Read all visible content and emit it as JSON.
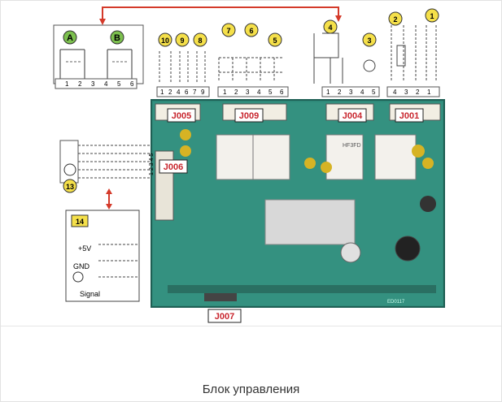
{
  "caption": "Блок управления",
  "diagram": {
    "groups_left": [
      {
        "label": "A",
        "color": "#7cc04e"
      },
      {
        "label": "B",
        "color": "#7cc04e"
      }
    ],
    "callouts": [
      "1",
      "2",
      "3",
      "4",
      "5",
      "6",
      "7",
      "8",
      "9",
      "10",
      "13",
      "14"
    ],
    "pin_rows": {
      "left": [
        "1",
        "2",
        "3",
        "4",
        "5",
        "6"
      ],
      "mid_left": [
        "1",
        "2",
        "4",
        "6",
        "7",
        "9"
      ],
      "mid": [
        "1",
        "2",
        "3",
        "4",
        "5",
        "6"
      ],
      "right": [
        "1",
        "2",
        "3",
        "4",
        "5"
      ],
      "far_right": [
        "4",
        "3",
        "2",
        "1"
      ]
    },
    "connectors": [
      "J005",
      "J009",
      "J004",
      "J001",
      "J006",
      "J007"
    ],
    "j006_pins": "1 2 3 4 5",
    "sensor_box": {
      "vcc": "+5V",
      "gnd": "GND",
      "signal": "Signal"
    },
    "board_text": {
      "relay": "HF3FD",
      "code": "ED0117"
    }
  }
}
